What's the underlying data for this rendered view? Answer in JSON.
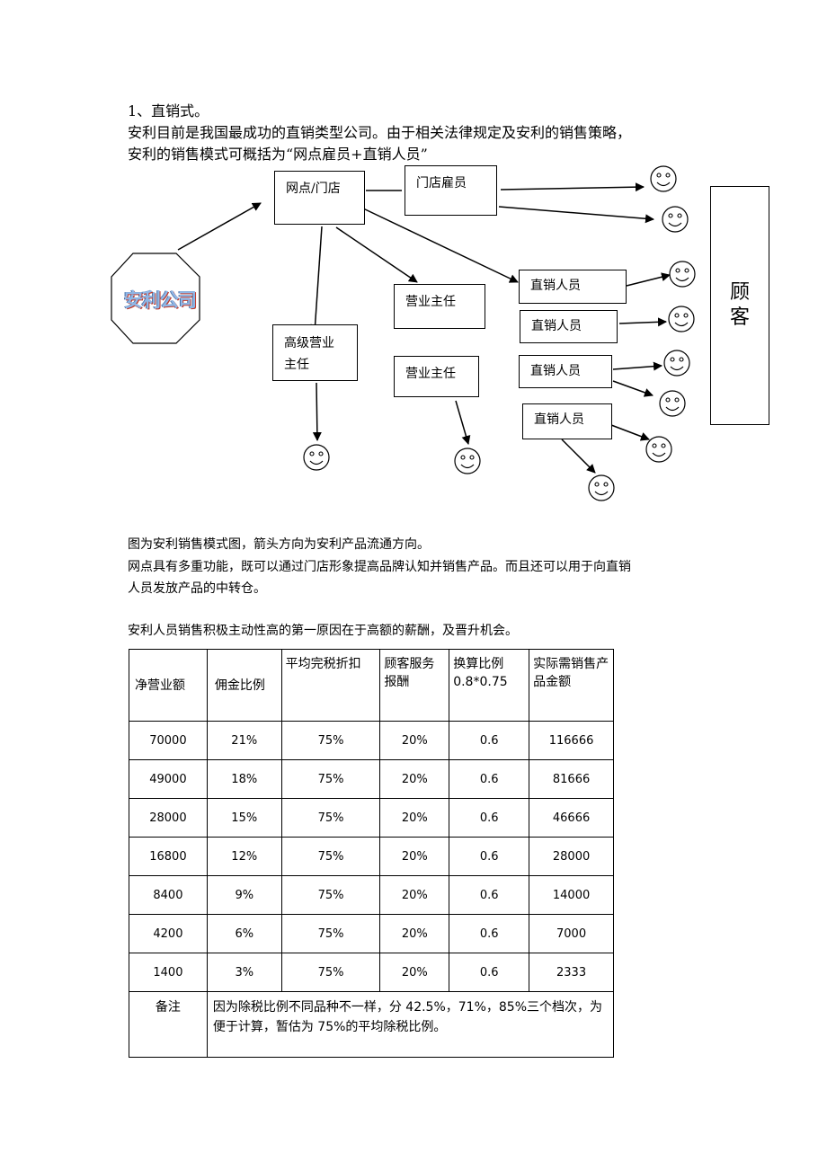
{
  "intro": {
    "heading": "1、直销式。",
    "line1": "安利目前是我国最成功的直销类型公司。由于相关法律规定及安利的销售策略，",
    "line2": "安利的销售模式可概括为“网点雇员+直销人员”"
  },
  "diagram": {
    "company_logo": "安利公司",
    "store": "网点/门店",
    "store_staff": "门店雇员",
    "senior_manager": "高级营业主任",
    "manager_1": "营业主任",
    "manager_2": "营业主任",
    "direct_sales": [
      "直销人员",
      "直销人员",
      "直销人员",
      "直销人员"
    ],
    "customer": "顾客"
  },
  "notes": {
    "caption": "图为安利销售模式图，箭头方向为安利产品流通方向。",
    "para1": "网点具有多重功能，既可以通过门店形象提高品牌认知并销售产品。而且还可以用于向直销",
    "para1b": "人员发放产品的中转仓。",
    "para2": "安利人员销售积极主动性高的第一原因在于高额的薪酬，及晋升机会。"
  },
  "table": {
    "headers": [
      "净营业额",
      "佣金比例",
      "平均完税折扣",
      "顾客服务报酬",
      "换算比例 0.8*0.75",
      "实际需销售产品金额"
    ],
    "rows": [
      [
        "70000",
        "21%",
        "75%",
        "20%",
        "0.6",
        "116666"
      ],
      [
        "49000",
        "18%",
        "75%",
        "20%",
        "0.6",
        "81666"
      ],
      [
        "28000",
        "15%",
        "75%",
        "20%",
        "0.6",
        "46666"
      ],
      [
        "16800",
        "12%",
        "75%",
        "20%",
        "0.6",
        "28000"
      ],
      [
        "8400",
        "9%",
        "75%",
        "20%",
        "0.6",
        "14000"
      ],
      [
        "4200",
        "6%",
        "75%",
        "20%",
        "0.6",
        "7000"
      ],
      [
        "1400",
        "3%",
        "75%",
        "20%",
        "0.6",
        "2333"
      ]
    ],
    "note_label": "备注",
    "note_text": "因为除税比例不同品种不一样，分 42.5%，71%，85%三个档次，为便于计算，暂估为 75%的平均除税比例。"
  }
}
